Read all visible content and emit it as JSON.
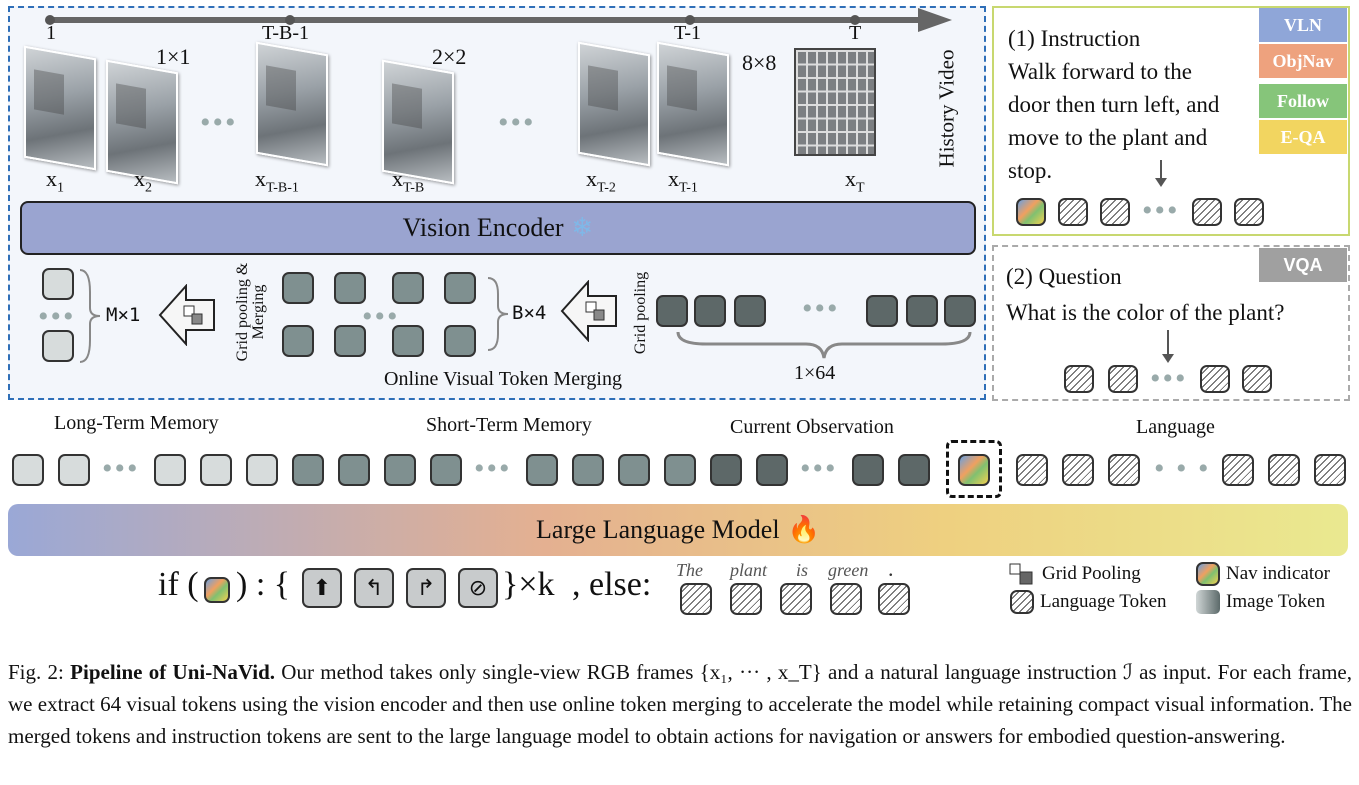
{
  "timeline": {
    "t1": "1",
    "tb1": "T-B-1",
    "tm1": "T-1",
    "t": "T"
  },
  "history_label": "History Video",
  "frame_labels": {
    "x1": "x",
    "x1_sub": "1",
    "x2": "x",
    "x2_sub": "2",
    "xtb1": "x",
    "xtb1_sub": "T-B-1",
    "xtb": "x",
    "xtb_sub": "T-B",
    "xt2": "x",
    "xt2_sub": "T-2",
    "xt1": "x",
    "xt1_sub": "T-1",
    "xt": "x",
    "xt_sub": "T"
  },
  "grid_sizes": {
    "g1": "1×1",
    "g2": "2×2",
    "g8": "8×8"
  },
  "vision_encoder": "Vision Encoder",
  "merging": {
    "m1": "M×1",
    "b4": "B×4",
    "s64": "1×64",
    "grid_pool_merge": "Grid pooling & Merging",
    "grid_pool": "Grid pooling",
    "online_merge": "Online Visual Token Merging"
  },
  "instruction_panel": {
    "title": "(1) Instruction",
    "line1": "Walk forward to the",
    "line2": "door then turn left, and",
    "line3": "move to the plant and",
    "line4": "stop.",
    "badges": [
      {
        "label": "VLN",
        "color": "#8fa6d8"
      },
      {
        "label": "ObjNav",
        "color": "#eea27e"
      },
      {
        "label": "Follow",
        "color": "#86c57a"
      },
      {
        "label": "E-QA",
        "color": "#f2d560"
      }
    ]
  },
  "question_panel": {
    "title": "(2) Question",
    "question": "What is the color of the plant?",
    "badge": "VQA",
    "badge_color": "#a0a0a0"
  },
  "memory_labels": {
    "long": "Long-Term Memory",
    "short": "Short-Term Memory",
    "current": "Current Observation",
    "language": "Language"
  },
  "llm": "Large Language Model",
  "output": {
    "if_open": "if (",
    "if_close": ") : {",
    "actions": [
      "⬆",
      "↰",
      "↱",
      "⊘"
    ],
    "times_k": "}×k",
    "else": ", else:",
    "answer_words": [
      "The",
      "plant",
      "is",
      "green",
      "."
    ]
  },
  "legend": {
    "grid": "Grid Pooling",
    "nav": "Nav indicator",
    "lang": "Language Token",
    "image": "Image Token"
  },
  "caption": {
    "prefix": "Fig. 2: ",
    "bold": "Pipeline of Uni-NaVid.",
    "body": " Our method takes only single-view RGB frames {x₁, ··· , x_T} and a natural language instruction ℐ as input. For each frame, we extract 64 visual tokens using the vision encoder and then use online token merging to accelerate the model while retaining compact visual information. The merged tokens and instruction tokens are sent to the large language model to obtain actions for navigation or answers for embodied question-answering."
  }
}
